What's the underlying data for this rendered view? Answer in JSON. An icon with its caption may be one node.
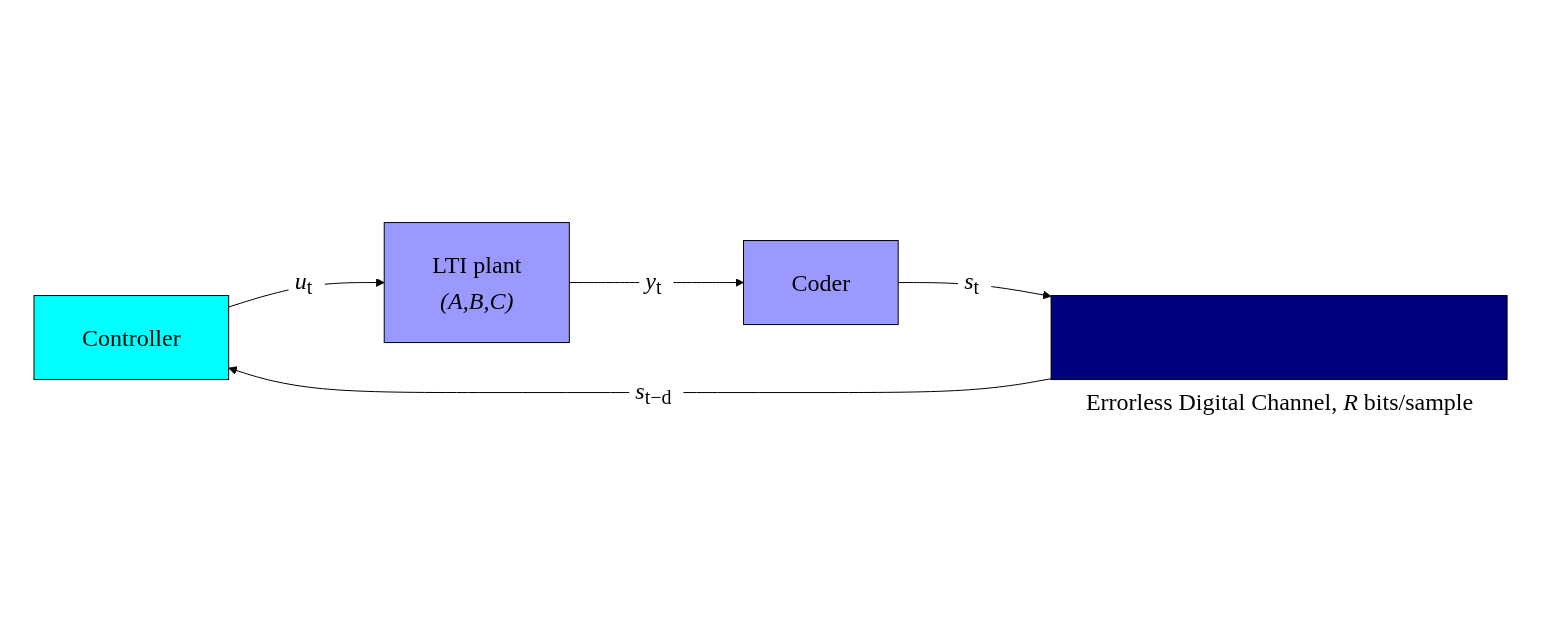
{
  "diagram": {
    "nodes": [
      {
        "text": [
          "Controller"
        ]
      },
      {
        "text": [
          "LTI plant",
          "*(A,B,C)*"
        ]
      },
      {
        "text": [
          "Coder"
        ]
      },
      {
        "text": [],
        "shape": "bar",
        "beside": [
          "Errorless Digital Channel, *R* bits/sample"
        ]
      }
    ],
    "edges": [
      {
        "from": 0,
        "to": 1,
        "arrow": "to",
        "label": "*u*$_{t}$"
      },
      {
        "from": 1,
        "to": 2,
        "arrow": "to",
        "label": "*y*$_{t}$"
      },
      {
        "from": 2,
        "to": 3,
        "arrow": "to",
        "label": "*s*$_{t}$"
      },
      {
        "from": 3,
        "to": 0,
        "arrow": "to",
        "label": "*s*$_{t−d}$"
      }
    ]
  }
}
